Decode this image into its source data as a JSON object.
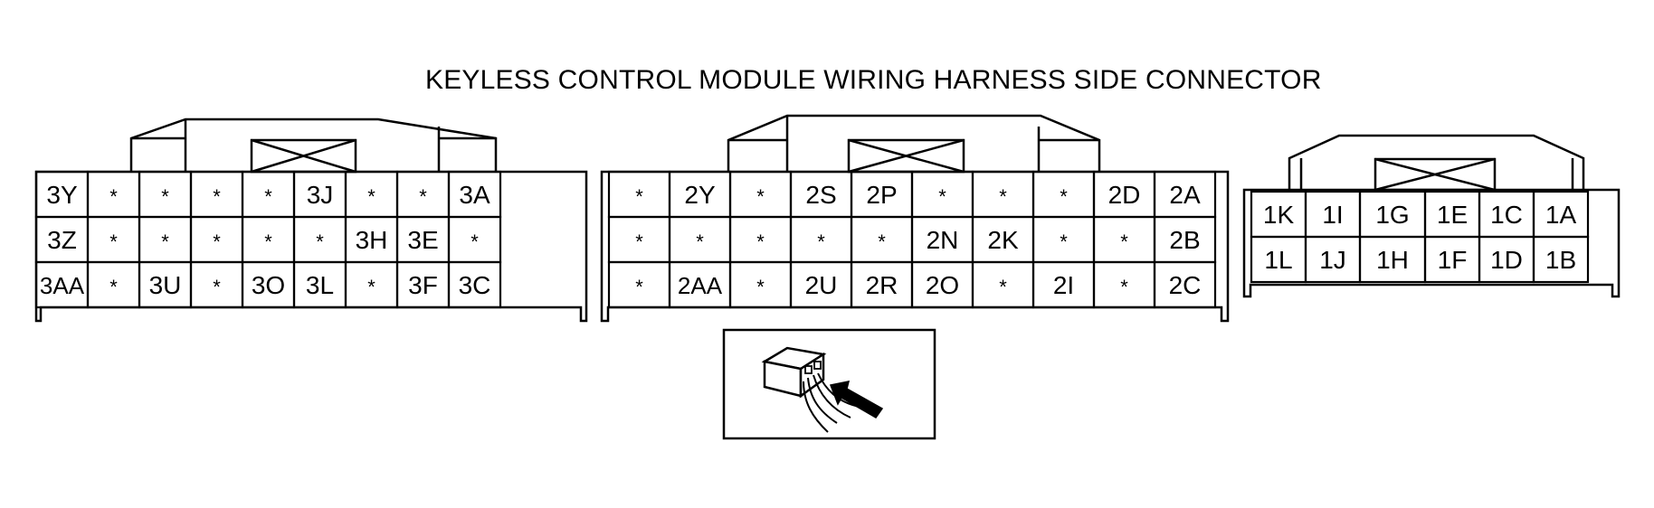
{
  "title": "KEYLESS CONTROL MODULE WIRING HARNESS SIDE CONNECTOR",
  "connectors": [
    {
      "id": "connector-3",
      "rows": [
        [
          "3Y",
          "*",
          "*",
          "*",
          "*",
          "3J",
          "*",
          "*",
          "3A"
        ],
        [
          "3Z",
          "*",
          "*",
          "*",
          "*",
          "*",
          "3H",
          "3E",
          "*"
        ],
        [
          "3AA",
          "*",
          "3U",
          "*",
          "3O",
          "3L",
          "*",
          "3F",
          "3C"
        ]
      ]
    },
    {
      "id": "connector-2",
      "rows": [
        [
          "*",
          "2Y",
          "*",
          "2S",
          "2P",
          "*",
          "*",
          "*",
          "2D",
          "2A"
        ],
        [
          "*",
          "*",
          "*",
          "*",
          "*",
          "2N",
          "2K",
          "*",
          "*",
          "2B"
        ],
        [
          "*",
          "2AA",
          "*",
          "2U",
          "2R",
          "2O",
          "*",
          "2I",
          "*",
          "2C"
        ]
      ]
    },
    {
      "id": "connector-1",
      "rows": [
        [
          "1K",
          "1I",
          "1G",
          "1E",
          "1C",
          "1A"
        ],
        [
          "1L",
          "1J",
          "1H",
          "1F",
          "1D",
          "1B"
        ]
      ]
    }
  ],
  "icons": {
    "view_direction": "connector-harness-view-icon"
  }
}
